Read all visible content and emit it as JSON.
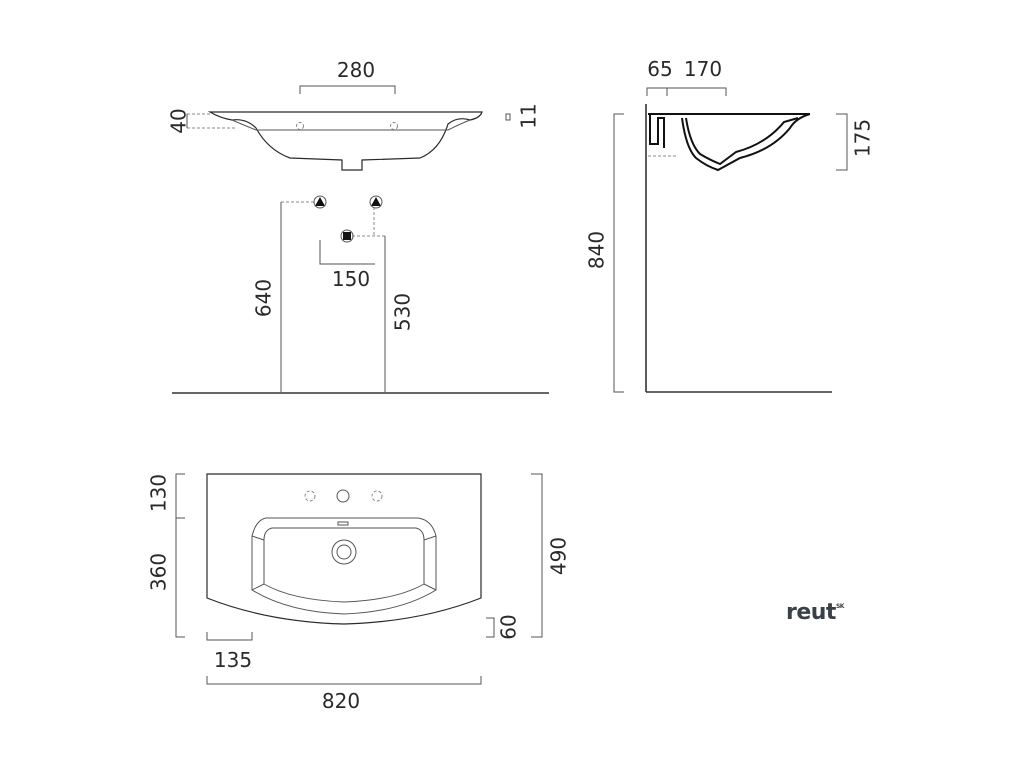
{
  "front_view": {
    "top_width": "280",
    "rim_thickness_left": "40",
    "rim_thickness_right": "11",
    "tap_spacing": "150",
    "water_height": "640",
    "drain_height": "530"
  },
  "side_view": {
    "wall_offset": "65",
    "bowl_depth_offset": "170",
    "basin_height": "175",
    "total_height": "840"
  },
  "plan_view": {
    "back_depth": "130",
    "bowl_depth": "360",
    "total_depth": "490",
    "front_offset": "60",
    "side_offset": "135",
    "total_width": "820"
  },
  "brand": {
    "name": "reut",
    "suffix": "SK"
  }
}
